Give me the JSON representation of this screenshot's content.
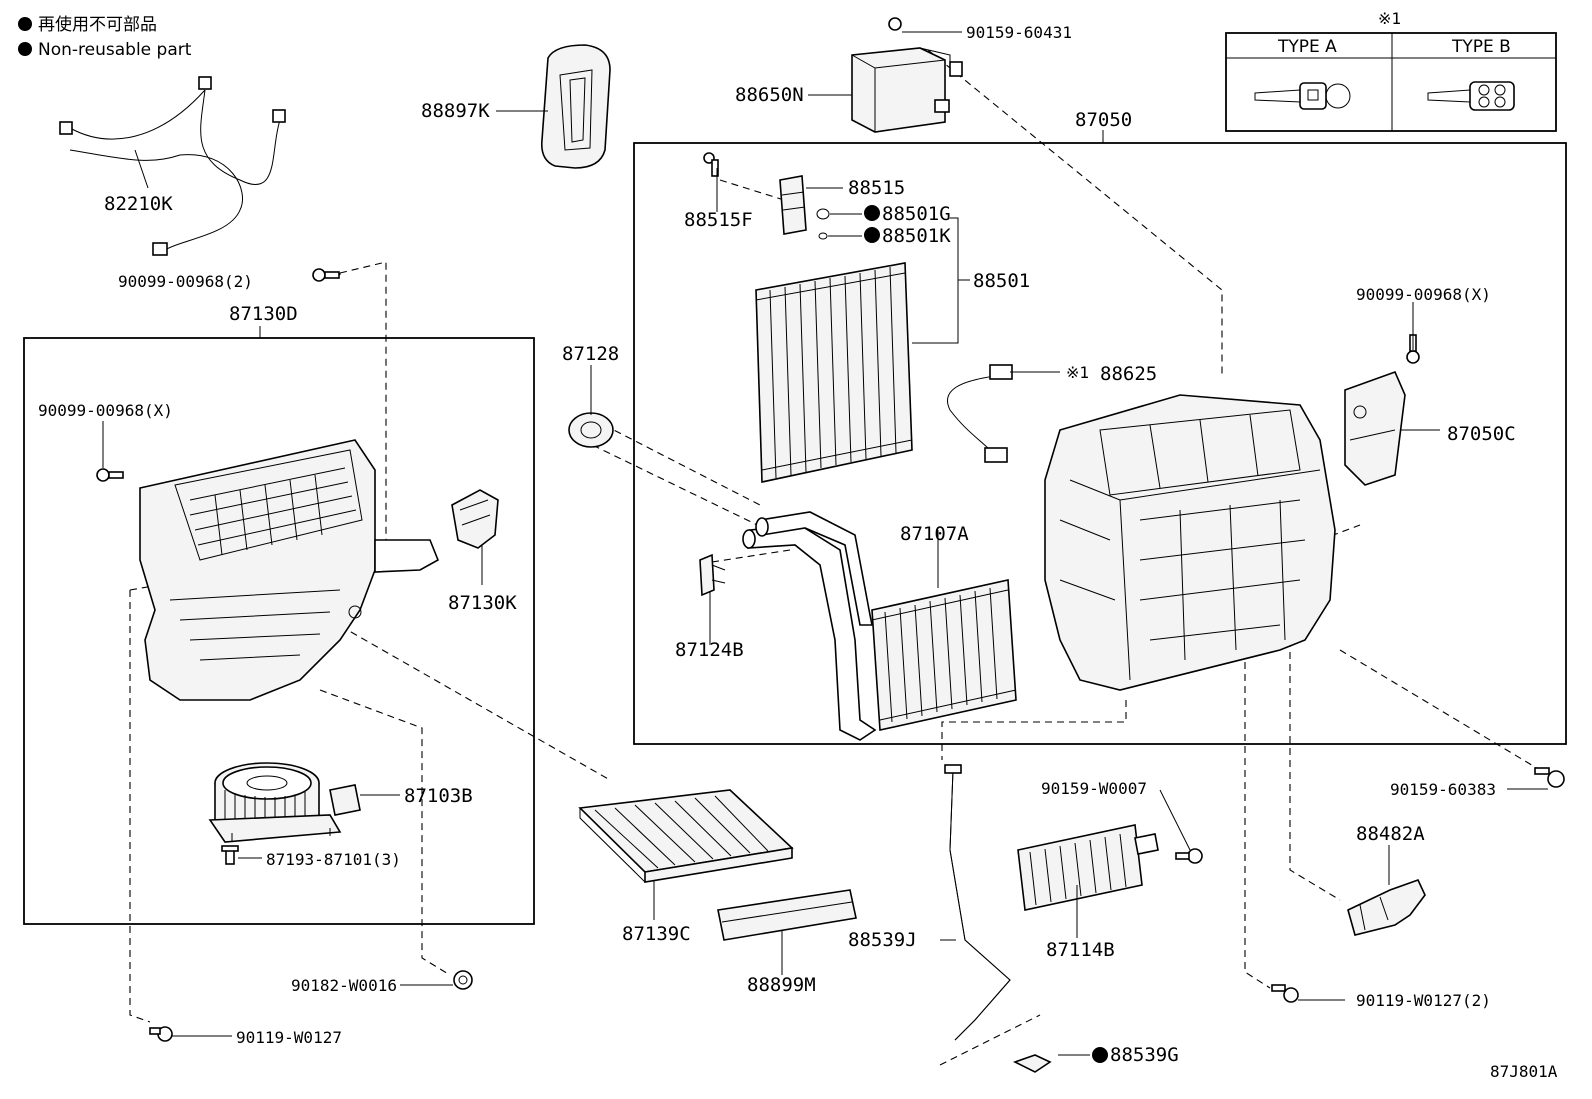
{
  "legend": {
    "line_jp": "再使用不可部品",
    "line_en": "Non-reusable part"
  },
  "type_table": {
    "note": "※1",
    "col_a": "TYPE A",
    "col_b": "TYPE B"
  },
  "parts": {
    "p82210K": "82210K",
    "p88897K": "88897K",
    "p90159_60431": "90159-60431",
    "p88650N": "88650N",
    "p87050": "87050",
    "p90099_00968_2": "90099-00968(2)",
    "p87130D": "87130D",
    "p90099_00968_X_left": "90099-00968(X)",
    "p87130K": "87130K",
    "p87103B": "87103B",
    "p87193_87101": "87193-87101(3)",
    "p90182_W0016": "90182-W0016",
    "p90119_W0127": "90119-W0127",
    "p87128": "87128",
    "p88515": "88515",
    "p88515F": "88515F",
    "p88501G": "88501G",
    "p88501K": "88501K",
    "p88501": "88501",
    "p88625_note": "※1",
    "p88625": "88625",
    "p90099_00968_X_right": "90099-00968(X)",
    "p87050C": "87050C",
    "p87107A": "87107A",
    "p87124B": "87124B",
    "p87139C": "87139C",
    "p88899M": "88899M",
    "p88539J": "88539J",
    "p88539G": "88539G",
    "p90159_W0007": "90159-W0007",
    "p87114B": "87114B",
    "p90159_60383": "90159-60383",
    "p88482A": "88482A",
    "p90119_W0127_2": "90119-W0127(2)"
  },
  "diagram_code": "87J801A"
}
